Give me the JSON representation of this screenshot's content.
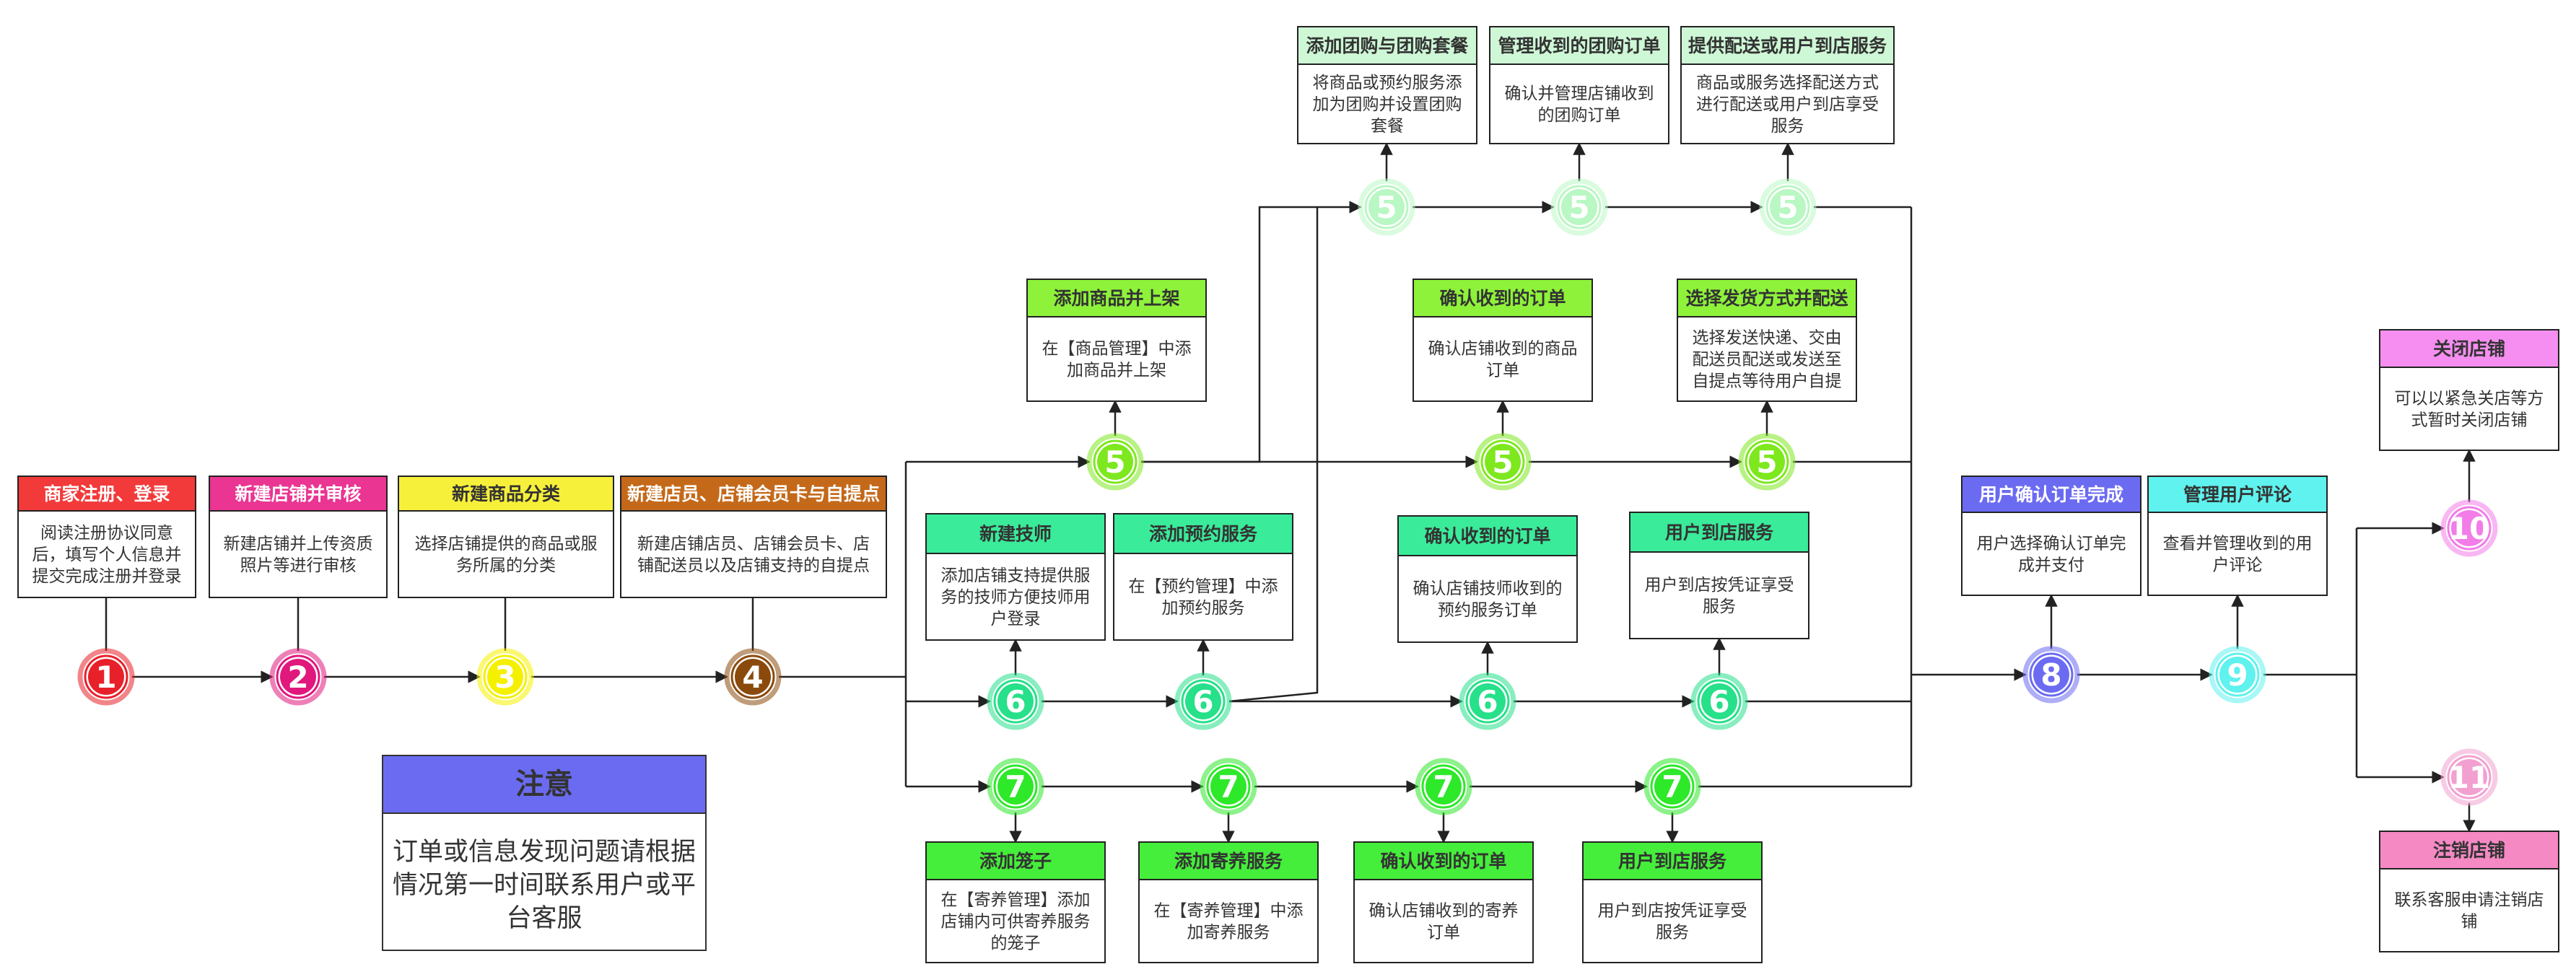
{
  "nodes": {
    "n1": {
      "label": "1",
      "color": "#e8202a"
    },
    "n2": {
      "label": "2",
      "color": "#e0187e"
    },
    "n3": {
      "label": "3",
      "color": "#f5f000"
    },
    "n4": {
      "label": "4",
      "color": "#8a4a0c"
    },
    "n5_light": {
      "label": "5",
      "color": "#b9f7c3"
    },
    "n5_green": {
      "label": "5",
      "color": "#7ee81f"
    },
    "n6": {
      "label": "6",
      "color": "#27e08a"
    },
    "n7": {
      "label": "7",
      "color": "#2ee82a"
    },
    "n8": {
      "label": "8",
      "color": "#6b6bf2"
    },
    "n9": {
      "label": "9",
      "color": "#5ff2ee"
    },
    "n10": {
      "label": "10",
      "color": "#f27ce8"
    },
    "n11": {
      "label": "11",
      "color": "#f2a0d0"
    }
  },
  "cards": {
    "c1": {
      "title": "商家注册、登录",
      "color": "#f23a3a",
      "title_color": "#ffffff",
      "lines": [
        "阅读注册协议同意",
        "后，填写个人信息并",
        "提交完成注册并登录"
      ]
    },
    "c2": {
      "title": "新建店铺并审核",
      "color": "#ea3592",
      "title_color": "#ffffff",
      "lines": [
        "新建店铺并上传资质",
        "照片等进行审核"
      ]
    },
    "c3": {
      "title": "新建商品分类",
      "color": "#f7f03a",
      "title_color": "#333333",
      "lines": [
        "选择店铺提供的商品或服",
        "务所属的分类"
      ]
    },
    "c4": {
      "title": "新建店员、店铺会员卡与自提点",
      "color": "#c4691a",
      "title_color": "#ffffff",
      "lines": [
        "新建店铺店员、店铺会员卡、店",
        "铺配送员以及店铺支持的自提点"
      ]
    },
    "c5_goods": {
      "title": "添加商品并上架",
      "color": "#8ef23a",
      "title_color": "#333333",
      "lines": [
        "在【商品管理】中添",
        "加商品并上架"
      ]
    },
    "c5_confirm": {
      "title": "确认收到的订单",
      "color": "#8ef23a",
      "title_color": "#333333",
      "lines": [
        "确认店铺收到的商品",
        "订单"
      ]
    },
    "c5_ship": {
      "title": "选择发货方式并配送",
      "color": "#8ef23a",
      "title_color": "#333333",
      "lines": [
        "选择发送快递、交由",
        "配送员配送或发送至",
        "自提点等待用户自提"
      ]
    },
    "c5_group": {
      "title": "添加团购与团购套餐",
      "color": "#cef7d6",
      "title_color": "#333333",
      "lines": [
        "将商品或预约服务添",
        "加为团购并设置团购",
        "套餐"
      ]
    },
    "c5_groupmgr": {
      "title": "管理收到的团购订单",
      "color": "#cef7d6",
      "title_color": "#333333",
      "lines": [
        "确认并管理店铺收到",
        "的团购订单"
      ]
    },
    "c5_delivery": {
      "title": "提供配送或用户到店服务",
      "color": "#cef7d6",
      "title_color": "#333333",
      "lines": [
        "商品或服务选择配送方式",
        "进行配送或用户到店享受",
        "服务"
      ]
    },
    "c6_tech": {
      "title": "新建技师",
      "color": "#3aeb9a",
      "title_color": "#333333",
      "lines": [
        "添加店铺支持提供服",
        "务的技师方便技师用",
        "户登录"
      ]
    },
    "c6_booking": {
      "title": "添加预约服务",
      "color": "#3aeb9a",
      "title_color": "#333333",
      "lines": [
        "在【预约管理】中添",
        "加预约服务"
      ]
    },
    "c6_confirm": {
      "title": "确认收到的订单",
      "color": "#3aeb9a",
      "title_color": "#333333",
      "lines": [
        "确认店铺技师收到的",
        "预约服务订单"
      ]
    },
    "c6_visit": {
      "title": "用户到店服务",
      "color": "#3aeb9a",
      "title_color": "#333333",
      "lines": [
        "用户到店按凭证享受",
        "服务"
      ]
    },
    "c7_cage": {
      "title": "添加笼子",
      "color": "#45ee3a",
      "title_color": "#333333",
      "lines": [
        "在【寄养管理】添加",
        "店铺内可供寄养服务",
        "的笼子"
      ]
    },
    "c7_foster": {
      "title": "添加寄养服务",
      "color": "#45ee3a",
      "title_color": "#333333",
      "lines": [
        "在【寄养管理】中添",
        "加寄养服务"
      ]
    },
    "c7_confirm": {
      "title": "确认收到的订单",
      "color": "#45ee3a",
      "title_color": "#333333",
      "lines": [
        "确认店铺收到的寄养",
        "订单"
      ]
    },
    "c7_visit": {
      "title": "用户到店服务",
      "color": "#45ee3a",
      "title_color": "#333333",
      "lines": [
        "用户到店按凭证享受",
        "服务"
      ]
    },
    "c8": {
      "title": "用户确认订单完成",
      "color": "#6b6bf2",
      "title_color": "#ffffff",
      "lines": [
        "用户选择确认订单完",
        "成并支付"
      ]
    },
    "c9": {
      "title": "管理用户评论",
      "color": "#5ff2ee",
      "title_color": "#333333",
      "lines": [
        "查看并管理收到的用",
        "户评论"
      ]
    },
    "c10": {
      "title": "关闭店铺",
      "color": "#f58ef0",
      "title_color": "#333333",
      "lines": [
        "可以以紧急关店等方",
        "式暂时关闭店铺"
      ]
    },
    "c11": {
      "title": "注销店铺",
      "color": "#f589c4",
      "title_color": "#333333",
      "lines": [
        "联系客服申请注销店",
        "铺"
      ]
    }
  },
  "note": {
    "title": "注意",
    "color": "#6b6bf2",
    "lines": [
      "订单或信息发现问题请根据",
      "情况第一时间联系用户或平",
      "台客服"
    ]
  }
}
